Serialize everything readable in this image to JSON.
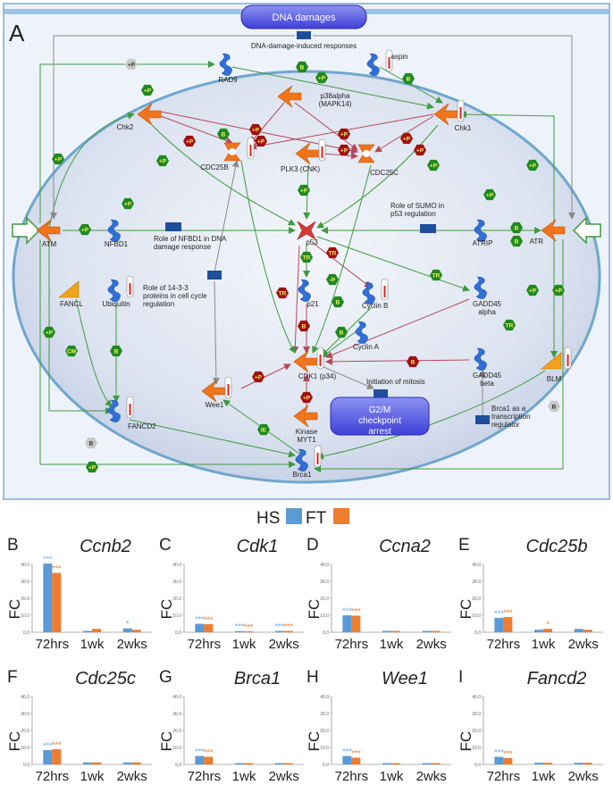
{
  "panel_a": {
    "letter": "A",
    "top_box": "DNA damages",
    "top_caption": "DNA-damage-induced responses",
    "g2m_box": "G2/M checkpoint arrest",
    "nodes": {
      "atm": "ATM",
      "atr": "ATR",
      "chk2": "Chk2",
      "chk1": "Chk1",
      "rad9": "RAD9",
      "aspin": "aspin",
      "p38": "p38alpha (MAPK14)",
      "cdc25b": "CDC25B",
      "plk3": "PLK3 (CNK)",
      "cdc25c": "CDC25C",
      "nfbd1": "NFBD1",
      "p53": "p53",
      "atrip": "ATRIP",
      "fancl": "FANCL",
      "ubiquitin": "Ubiquitin",
      "p21": "p21",
      "cyclinb": "Cyclin B",
      "cyclina": "Cyclin A",
      "gadd45a": "GADD45 alpha",
      "gadd45b": "GADD45 beta",
      "cdk1": "CDK1 (p34)",
      "wee1": "Wee1",
      "myt1": "Kinase MYT1",
      "fancd2": "FANCD2",
      "brca1": "Brca1",
      "blm": "BLM"
    },
    "notes": {
      "nfbd1_role": "Role of NFBD1 in DNA damage response",
      "sumo": "Role of SUMO in p53 regulation",
      "p1433": "Role of 14-3-3 proteins in cell cycle regulation",
      "mitosis": "Initiation of mitosis",
      "brca1_tr": "Brca1 as a transcription regulator"
    },
    "edge_tags": {
      "phos": "+P",
      "bind": "B",
      "tr": "TR",
      "minus": "-P",
      "cm": "CM",
      "ie": "IE"
    }
  },
  "legend": {
    "hs": "HS",
    "ft": "FT",
    "hs_color": "#5b9bd5",
    "ft_color": "#ed7d31"
  },
  "chart_data": [
    {
      "letter": "B",
      "gene": "Ccnb2",
      "type": "bar",
      "categories": [
        "72hrs",
        "1wk",
        "2wks"
      ],
      "ylabel": "FC",
      "ylim": [
        0,
        40
      ],
      "yticks": [
        "0.0",
        "10.0",
        "20.0",
        "30.0",
        "40.0"
      ],
      "series": [
        {
          "name": "HS",
          "values": [
            40.5,
            0.8,
            2.3
          ],
          "sig": [
            "***",
            "",
            "*"
          ]
        },
        {
          "name": "FT",
          "values": [
            35.0,
            2.0,
            1.5
          ],
          "sig": [
            "***",
            "",
            ""
          ]
        }
      ]
    },
    {
      "letter": "C",
      "gene": "Cdk1",
      "type": "bar",
      "categories": [
        "72hrs",
        "1wk",
        "2wks"
      ],
      "ylabel": "FC",
      "ylim": [
        0,
        40
      ],
      "yticks": [
        "0.0",
        "10.0",
        "20.0",
        "30.0",
        "40.0"
      ],
      "series": [
        {
          "name": "HS",
          "values": [
            5.0,
            0.7,
            0.8
          ],
          "sig": [
            "***",
            "***",
            "***"
          ]
        },
        {
          "name": "FT",
          "values": [
            4.8,
            0.6,
            0.8
          ],
          "sig": [
            "***",
            "***",
            "***"
          ]
        }
      ]
    },
    {
      "letter": "D",
      "gene": "Ccna2",
      "type": "bar",
      "categories": [
        "72hrs",
        "1wk",
        "2wks"
      ],
      "ylabel": "FC",
      "ylim": [
        0,
        40
      ],
      "yticks": [
        "0.0",
        "10.0",
        "20.0",
        "30.0",
        "40.0"
      ],
      "series": [
        {
          "name": "HS",
          "values": [
            10.0,
            0.8,
            0.8
          ],
          "sig": [
            "***",
            "",
            ""
          ]
        },
        {
          "name": "FT",
          "values": [
            9.8,
            0.8,
            0.8
          ],
          "sig": [
            "***",
            "",
            ""
          ]
        }
      ]
    },
    {
      "letter": "E",
      "gene": "Cdc25b",
      "type": "bar",
      "categories": [
        "72hrs",
        "1wk",
        "2wks"
      ],
      "ylabel": "FC",
      "ylim": [
        0,
        40
      ],
      "yticks": [
        "0.0",
        "10.0",
        "20.0",
        "30.0",
        "40.0"
      ],
      "series": [
        {
          "name": "HS",
          "values": [
            8.5,
            1.5,
            2.0
          ],
          "sig": [
            "***",
            "",
            ""
          ]
        },
        {
          "name": "FT",
          "values": [
            9.0,
            2.0,
            1.5
          ],
          "sig": [
            "***",
            "*",
            ""
          ]
        }
      ]
    },
    {
      "letter": "F",
      "gene": "Cdc25c",
      "type": "bar",
      "categories": [
        "72hrs",
        "1wk",
        "2wks"
      ],
      "ylabel": "FC",
      "ylim": [
        0,
        40
      ],
      "yticks": [
        "0.0",
        "10.0",
        "20.0",
        "30.0",
        "40.0"
      ],
      "series": [
        {
          "name": "HS",
          "values": [
            8.5,
            1.2,
            1.2
          ],
          "sig": [
            "***",
            "",
            ""
          ]
        },
        {
          "name": "FT",
          "values": [
            9.0,
            1.2,
            1.2
          ],
          "sig": [
            "***",
            "",
            ""
          ]
        }
      ]
    },
    {
      "letter": "G",
      "gene": "Brca1",
      "type": "bar",
      "categories": [
        "72hrs",
        "1wk",
        "2wks"
      ],
      "ylabel": "FC",
      "ylim": [
        0,
        40
      ],
      "yticks": [
        "0.0",
        "10.0",
        "20.0",
        "30.0",
        "40.0"
      ],
      "series": [
        {
          "name": "HS",
          "values": [
            5.0,
            0.8,
            0.8
          ],
          "sig": [
            "***",
            "",
            ""
          ]
        },
        {
          "name": "FT",
          "values": [
            4.5,
            0.8,
            0.8
          ],
          "sig": [
            "***",
            "",
            ""
          ]
        }
      ]
    },
    {
      "letter": "H",
      "gene": "Wee1",
      "type": "bar",
      "categories": [
        "72hrs",
        "1wk",
        "2wks"
      ],
      "ylabel": "FC",
      "ylim": [
        0,
        40
      ],
      "yticks": [
        "0.0",
        "10.0",
        "20.0",
        "30.0",
        "40.0"
      ],
      "series": [
        {
          "name": "HS",
          "values": [
            5.0,
            0.8,
            0.8
          ],
          "sig": [
            "***",
            "",
            ""
          ]
        },
        {
          "name": "FT",
          "values": [
            4.0,
            0.8,
            0.8
          ],
          "sig": [
            "***",
            "",
            ""
          ]
        }
      ]
    },
    {
      "letter": "I",
      "gene": "Fancd2",
      "type": "bar",
      "categories": [
        "72hrs",
        "1wk",
        "2wks"
      ],
      "ylabel": "FC",
      "ylim": [
        0,
        40
      ],
      "yticks": [
        "0.0",
        "10.0",
        "20.0",
        "30.0",
        "40.0"
      ],
      "series": [
        {
          "name": "HS",
          "values": [
            4.5,
            1.0,
            1.0
          ],
          "sig": [
            "***",
            "",
            ""
          ]
        },
        {
          "name": "FT",
          "values": [
            3.8,
            1.0,
            1.0
          ],
          "sig": [
            "***",
            "",
            ""
          ]
        }
      ]
    }
  ]
}
